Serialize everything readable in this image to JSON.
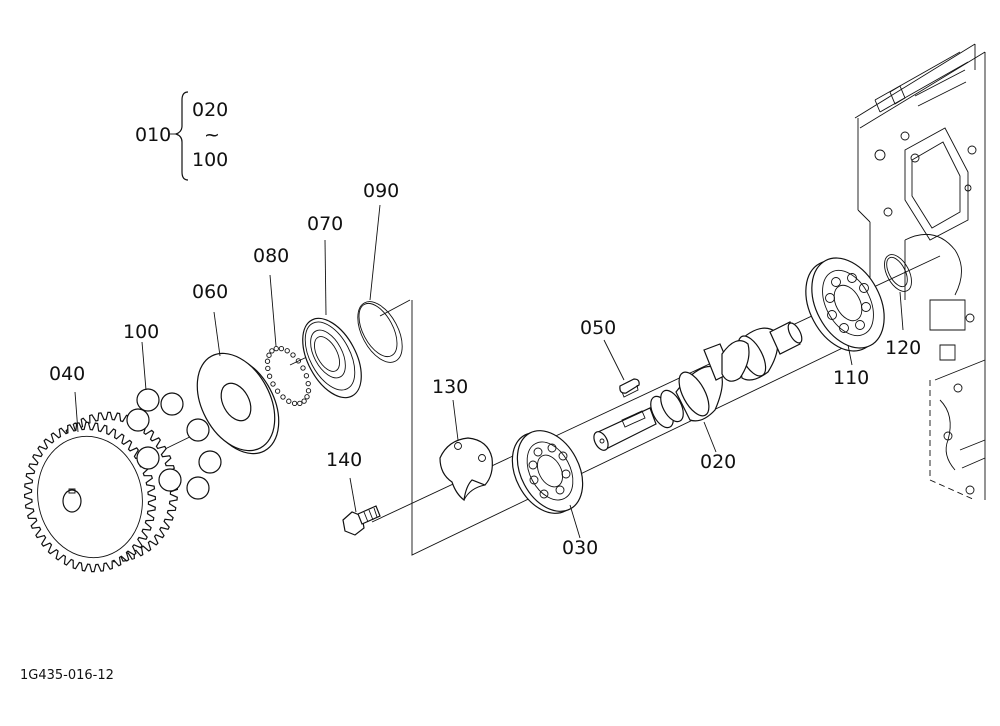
{
  "diagram": {
    "drawing_id": "1G435-016-12",
    "assembly": {
      "number": "010",
      "range_start": "020",
      "range_separator": "~",
      "range_end": "100"
    },
    "parts": [
      {
        "id": "020"
      },
      {
        "id": "030"
      },
      {
        "id": "040"
      },
      {
        "id": "050"
      },
      {
        "id": "060"
      },
      {
        "id": "070"
      },
      {
        "id": "080"
      },
      {
        "id": "090"
      },
      {
        "id": "100"
      },
      {
        "id": "110"
      },
      {
        "id": "120"
      },
      {
        "id": "130"
      },
      {
        "id": "140"
      }
    ]
  }
}
